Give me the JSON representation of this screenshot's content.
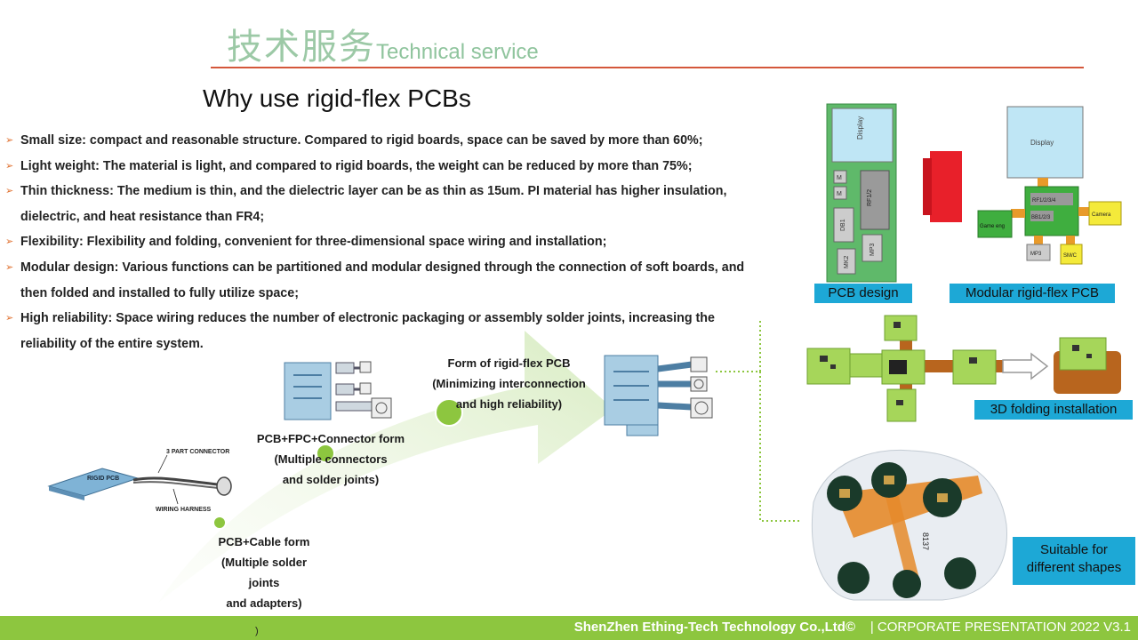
{
  "header": {
    "title_zh": "技术服务",
    "title_en": "Technical service"
  },
  "title": "Why use rigid-flex PCBs",
  "bullets": [
    "Small size: compact and reasonable structure. Compared to rigid boards, space can be saved by more than 60%;",
    "Light weight: The material is light, and compared to rigid boards, the weight can be reduced by more than 75%;",
    "Thin thickness: The medium is thin, and the dielectric layer can be as thin as 15um. PI material has higher insulation, dielectric, and heat resistance than FR4;",
    "Flexibility: Flexibility and folding, convenient for three-dimensional space wiring and installation;",
    "Modular design: Various functions can be partitioned and modular designed through the connection of soft boards, and then folded and installed to fully utilize space;",
    "High reliability: Space wiring reduces the number of electronic packaging or assembly solder joints, increasing the reliability of the entire system."
  ],
  "diagram": {
    "stages": [
      {
        "line1": "PCB+Cable form",
        "line2": "(Multiple solder joints",
        "line3": "and adapters)"
      },
      {
        "line1": "PCB+FPC+Connector form",
        "line2": "(Multiple connectors",
        "line3": "and solder joints)"
      },
      {
        "line1": "Form of rigid-flex PCB",
        "line2": "(Minimizing interconnection",
        "line3": "and high reliability)"
      }
    ],
    "cable_labels": {
      "rigid": "RIGID PCB",
      "connector": "3 PART CONNECTOR",
      "harness": "WIRING HARNESS"
    }
  },
  "images": {
    "pcb_design": {
      "caption": "PCB design",
      "display": "Display",
      "m1": "M",
      "m2": "M",
      "rf": "RF1/2",
      "db": "DB1",
      "mp3": "MP3",
      "mk": "MK2"
    },
    "modular": {
      "caption": "Modular rigid-flex PCB",
      "display": "Display",
      "rf": "RF1/2/3/4",
      "bb": "BB1/2/3",
      "game": "Game eng",
      "camera": "Camera",
      "mp3": "MP3",
      "smc": "SM/C"
    },
    "folding": {
      "caption": "3D folding installation"
    },
    "shapes": {
      "caption_line1": "Suitable for",
      "caption_line2": "different shapes",
      "label": "8137"
    }
  },
  "footer": {
    "company": "ShenZhen Ething-Tech Technology Co.,Ltd©",
    "rest": "|  CORPORATE PRESENTATION  2022 V3.1"
  },
  "stray": ")",
  "colors": {
    "accent_green": "#8dc63f",
    "header_green": "#9cc9a6",
    "rule_red": "#d4573b",
    "caption_blue": "#1da8d6",
    "bullet_orange": "#e0702f"
  }
}
